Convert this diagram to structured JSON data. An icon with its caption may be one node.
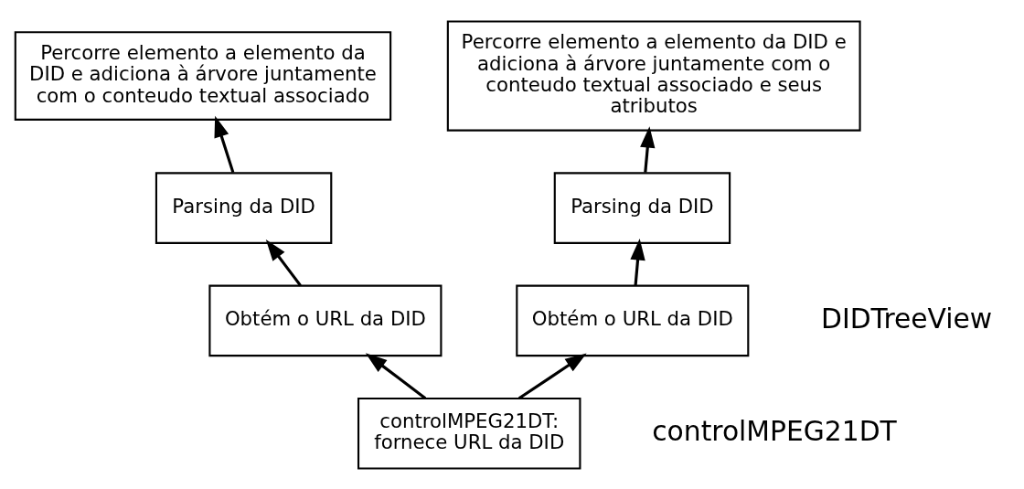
{
  "diagram": {
    "nodes": [
      {
        "text": [
          "Percorre elemento a elemento da DID e adiciona à árvore juntamente com o conteudo textual associado"
        ]
      },
      {
        "text": [
          "Percorre elemento a elemento da DID e adiciona à árvore juntamente com o conteudo textual associado e seus atributos"
        ]
      },
      {
        "text": [
          "Parsing da DID"
        ]
      },
      {
        "text": [
          "Parsing da DID"
        ]
      },
      {
        "text": [
          "Obtém o URL da DID"
        ]
      },
      {
        "text": [
          "Obtém o URL da DID"
        ]
      },
      {
        "text": [
          "controlMPEG21DT: fornece URL da DID"
        ]
      }
    ],
    "edges": [
      {
        "from": 2,
        "to": 0,
        "arrow": "to"
      },
      {
        "from": 3,
        "to": 1,
        "arrow": "to"
      },
      {
        "from": 4,
        "to": 2,
        "arrow": "to"
      },
      {
        "from": 5,
        "to": 3,
        "arrow": "to"
      },
      {
        "from": 6,
        "to": 4,
        "arrow": "to"
      },
      {
        "from": 6,
        "to": 5,
        "arrow": "to"
      }
    ],
    "labels": [
      "DIDTreeView",
      "controlMPEG21DT"
    ]
  }
}
